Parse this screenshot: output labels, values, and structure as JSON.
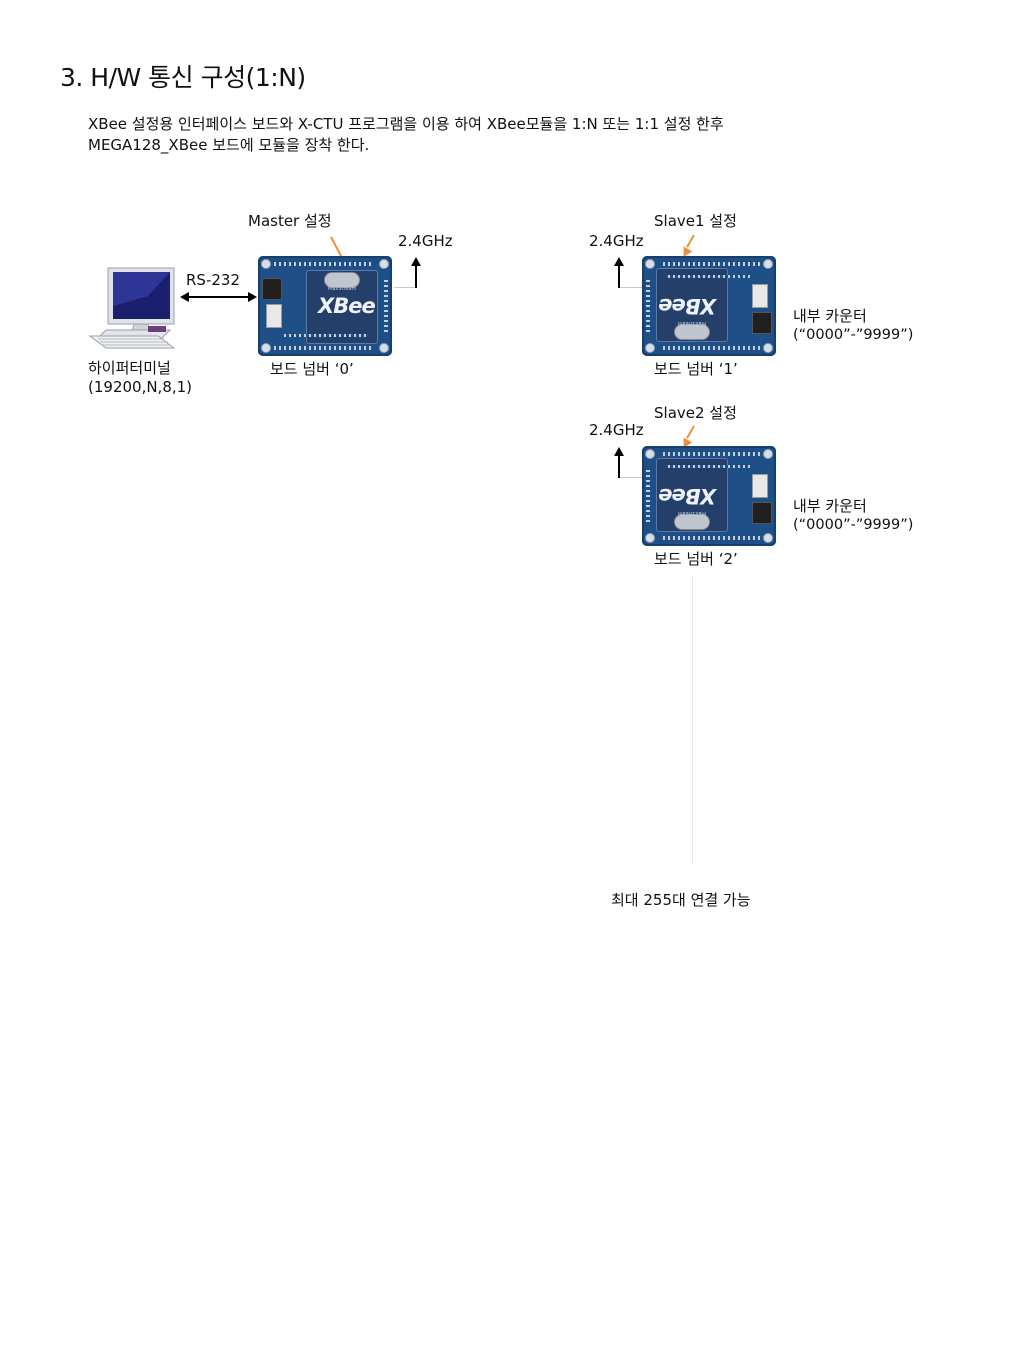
{
  "heading": "3. H/W 통신 구성(1:N)",
  "description": {
    "line1": "XBee 설정용 인터페이스 보드와 X-CTU 프로그램을 이용 하여 XBee모듈을 1:N 또는 1:1 설정 한후",
    "line2": "MEGA128_XBee 보드에 모듈을 장착 한다."
  },
  "terminal": {
    "icon": "computer-terminal-icon",
    "name": "하이퍼터미널",
    "settings": "(19200,N,8,1)",
    "link_label": "RS-232"
  },
  "master": {
    "setting_label": "Master 설정",
    "antenna_label": "2.4GHz",
    "board_label": "보드 넘버 ‘0’"
  },
  "slave1": {
    "setting_label": "Slave1 설정",
    "antenna_label": "2.4GHz",
    "board_label": "보드 넘버 ‘1’",
    "counter_label": "내부 카운터",
    "counter_range": "(“0000”-”9999”)"
  },
  "slave2": {
    "setting_label": "Slave2 설정",
    "antenna_label": "2.4GHz",
    "board_label": "보드 넘버 ‘2’",
    "counter_label": "내부 카운터",
    "counter_range": "(“0000”-”9999”)"
  },
  "board_text": {
    "brand": "XBee",
    "maker": "MaxStream"
  },
  "max_connections": "최대 255대 연결 가능",
  "colors": {
    "board": "#1e4f86",
    "pointer": "#f0913a",
    "connector_line": "#c8c8c8"
  }
}
